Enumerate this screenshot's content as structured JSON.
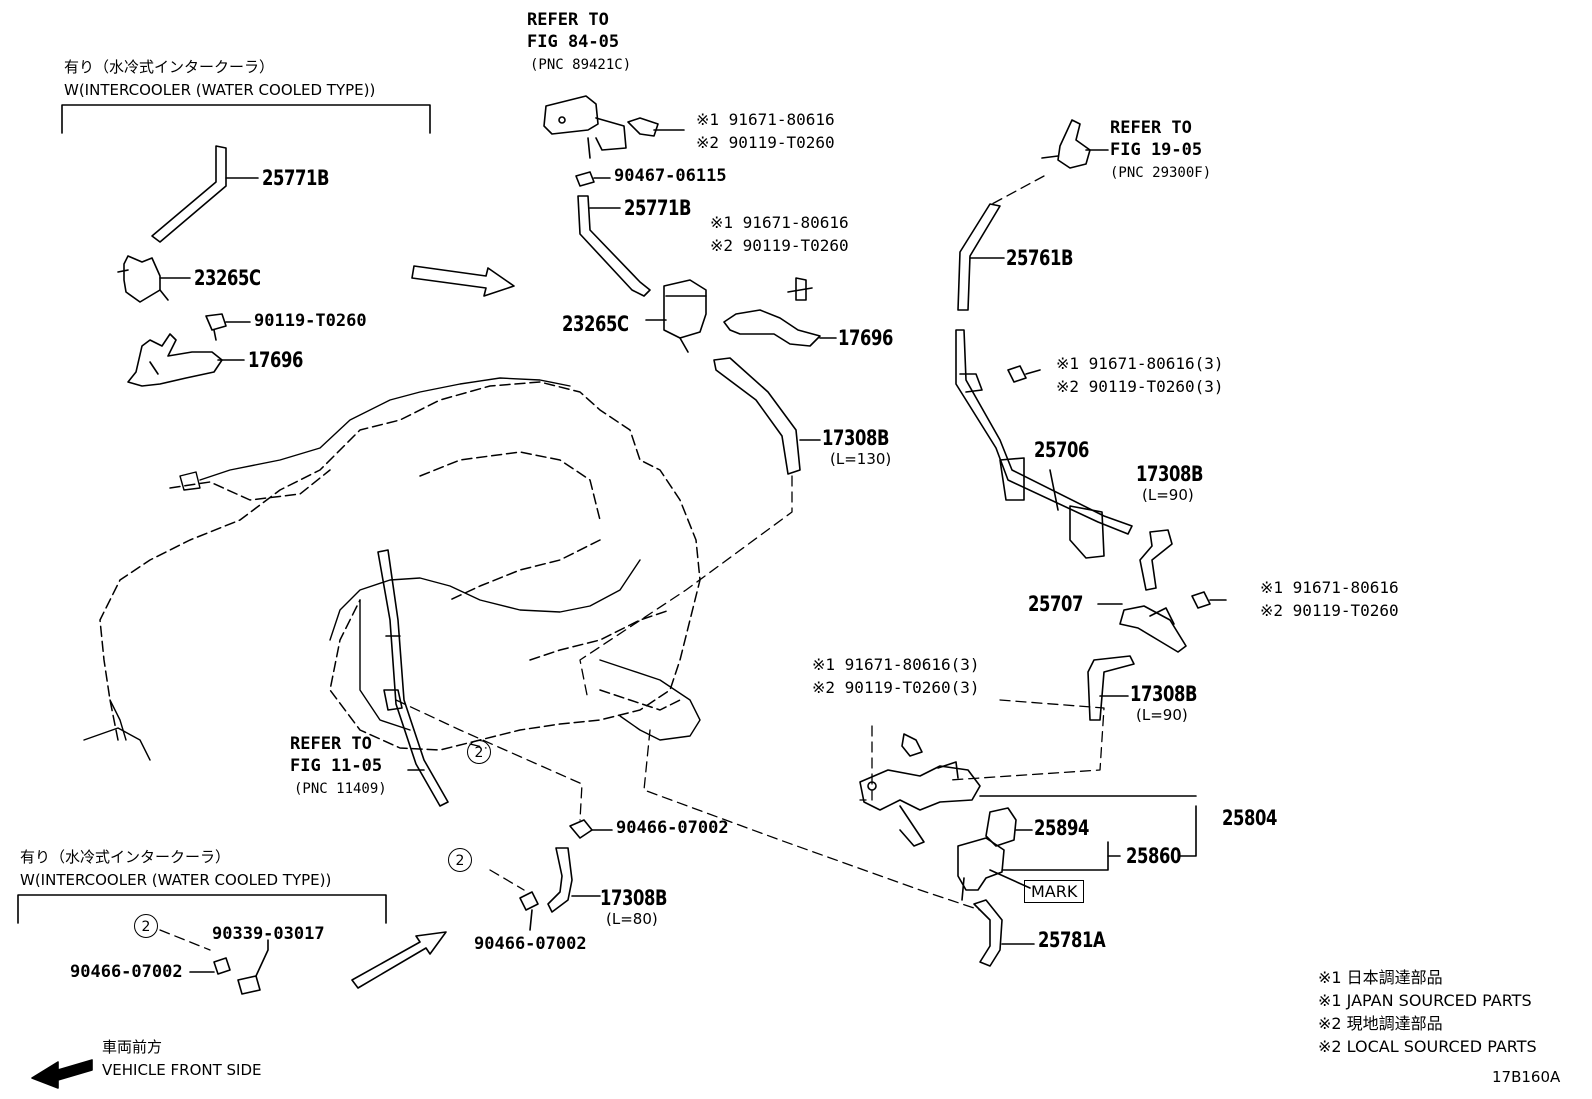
{
  "headers": {
    "top_left_jp": "有り（水冷式インタークーラ）",
    "top_left_en": "W(INTERCOOLER (WATER COOLED TYPE))",
    "bottom_left_jp": "有り（水冷式インタークーラ）",
    "bottom_left_en": "W(INTERCOOLER (WATER COOLED TYPE))"
  },
  "refs": {
    "fig84": {
      "l1": "REFER TO",
      "l2": "FIG 84-05",
      "l3": "(PNC 89421C)"
    },
    "fig19": {
      "l1": "REFER TO",
      "l2": "FIG 19-05",
      "l3": "(PNC 29300F)"
    },
    "fig11": {
      "l1": "REFER TO",
      "l2": "FIG 11-05",
      "l3": "(PNC 11409)"
    }
  },
  "parts": {
    "p25771B_left": "25771B",
    "p23265C_left": "23265C",
    "p90119_left": "90119-T0260",
    "p17696_left": "17696",
    "bolt_top_1": "※1 91671-80616",
    "bolt_top_2": "※2 90119-T0260",
    "p90467": "90467-06115",
    "p25771B_center": "25771B",
    "bolt_mid_1": "※1 91671-80616",
    "bolt_mid_2": "※2 90119-T0260",
    "p23265C_center": "23265C",
    "p17696_center": "17696",
    "p17308B_130": "17308B",
    "len_130": "(L=130)",
    "p25761B": "25761B",
    "bolt_right3_1": "※1 91671-80616(3)",
    "bolt_right3_2": "※2 90119-T0260(3)",
    "p25706": "25706",
    "p17308B_90a": "17308B",
    "len_90a": "(L=90)",
    "p25707": "25707",
    "bolt_right_1": "※1 91671-80616",
    "bolt_right_2": "※2 90119-T0260",
    "bolt_lower3_1": "※1 91671-80616(3)",
    "bolt_lower3_2": "※2 90119-T0260(3)",
    "p17308B_90b": "17308B",
    "len_90b": "(L=90)",
    "p90466_a": "90466-07002",
    "p25894": "25894",
    "p25860": "25860",
    "p25804": "25804",
    "mark": "MARK",
    "p17308B_80": "17308B",
    "len_80": "(L=80)",
    "p90466_b": "90466-07002",
    "p25781A": "25781A",
    "p90339": "90339-03017",
    "p90466_c": "90466-07002"
  },
  "circles": [
    "2",
    "2",
    "2"
  ],
  "legend": {
    "l1": "※1 日本調達部品",
    "l2": "※1 JAPAN SOURCED PARTS",
    "l3": "※2 現地調達部品",
    "l4": "※2 LOCAL SOURCED PARTS"
  },
  "front": {
    "jp": "車両前方",
    "en": "VEHICLE FRONT SIDE"
  },
  "figure_id": "17B160A"
}
